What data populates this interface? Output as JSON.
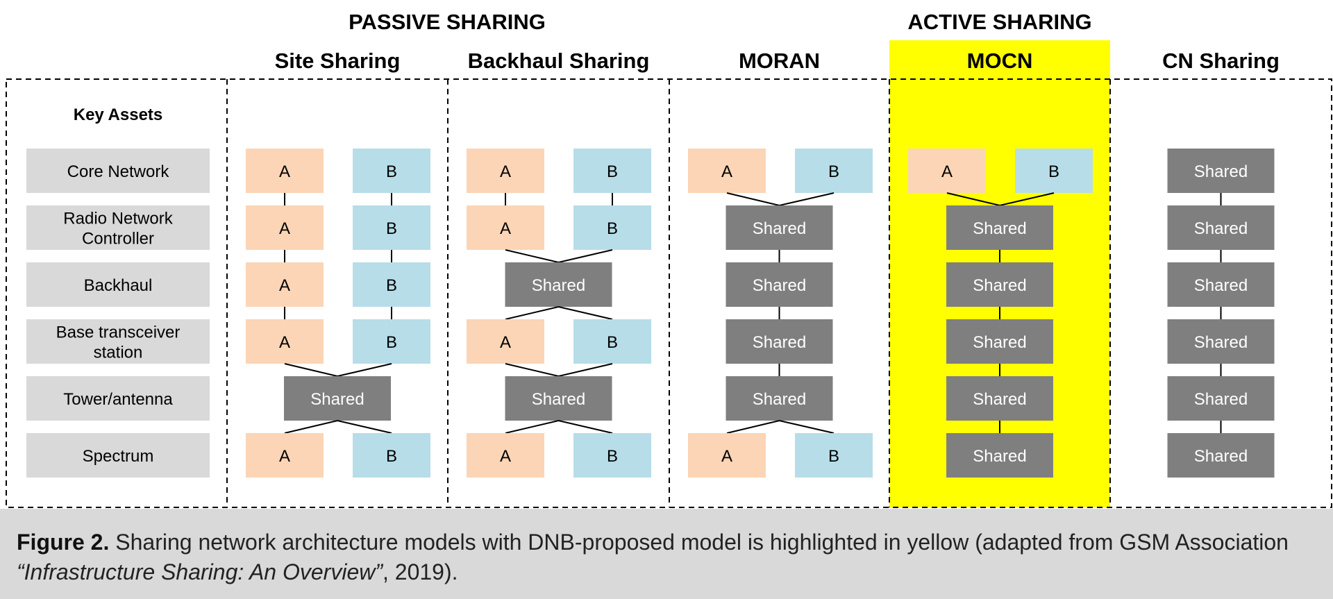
{
  "headers": {
    "passive": "PASSIVE SHARING",
    "active": "ACTIVE SHARING"
  },
  "columns": [
    "Site Sharing",
    "Backhaul Sharing",
    "MORAN",
    "MOCN",
    "CN Sharing"
  ],
  "highlighted_column": "MOCN",
  "key_assets_title": "Key Assets",
  "assets": [
    [
      "Core Network"
    ],
    [
      "Radio Network",
      "Controller"
    ],
    [
      "Backhaul"
    ],
    [
      "Base transceiver",
      "station"
    ],
    [
      "Tower/antenna"
    ],
    [
      "Spectrum"
    ]
  ],
  "grid": {
    "Site Sharing": [
      "AB",
      "AB",
      "AB",
      "AB",
      "S",
      "AB"
    ],
    "Backhaul Sharing": [
      "AB",
      "AB",
      "S",
      "AB",
      "S",
      "AB"
    ],
    "MORAN": [
      "AB",
      "S",
      "S",
      "S",
      "S",
      "AB"
    ],
    "MOCN": [
      "AB",
      "S",
      "S",
      "S",
      "S",
      "S"
    ],
    "CN Sharing": [
      "S",
      "S",
      "S",
      "S",
      "S",
      "S"
    ]
  },
  "labels": {
    "a": "A",
    "b": "B",
    "shared": "Shared"
  },
  "colors": {
    "a": "#fbd5b5",
    "b": "#b7dde8",
    "shared": "#7f7f7f",
    "asset": "#d9d9d9",
    "highlight": "#ffff00"
  },
  "caption": {
    "label": "Figure 2.",
    "text1": " Sharing network architecture models with DNB-proposed model is highlighted in yellow (adapted from GSM Association ",
    "title": "“Infrastructure Sharing: An Overview”",
    "text2": ", 2019)."
  }
}
